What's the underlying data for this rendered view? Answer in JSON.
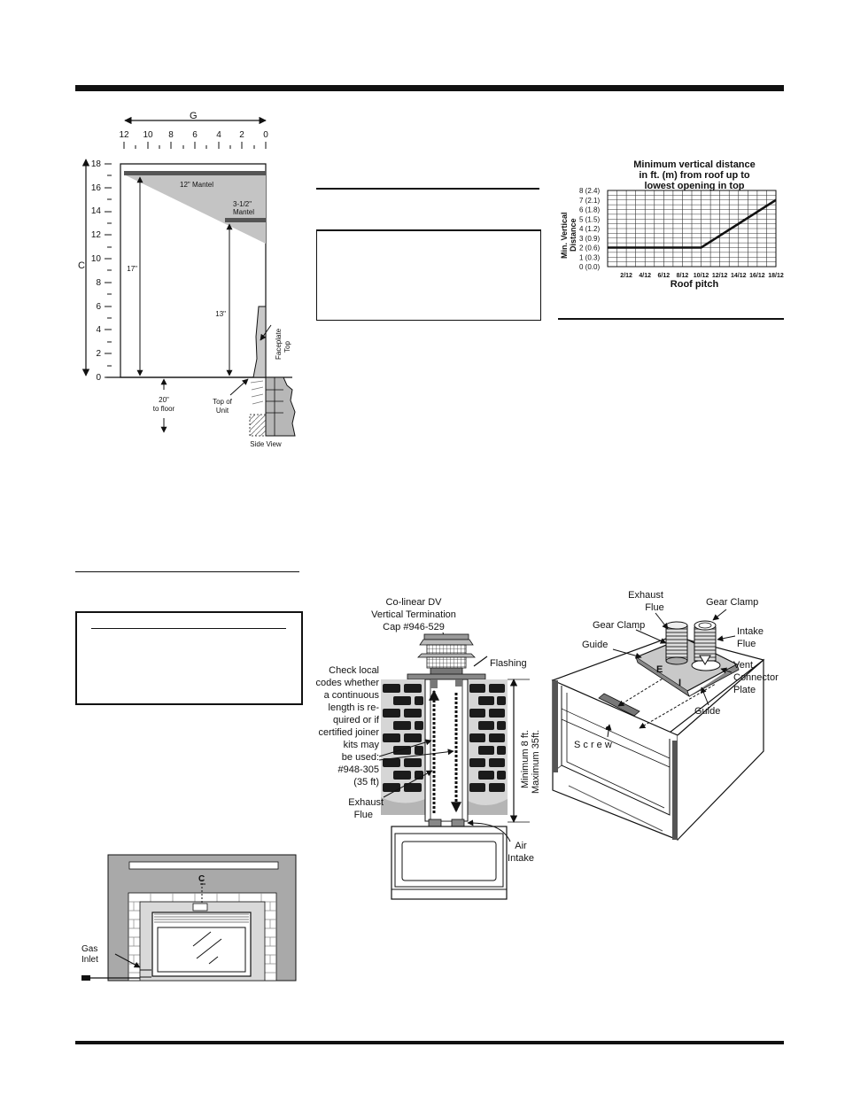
{
  "mantel_figure": {
    "g_label": "G",
    "c_label": "C",
    "top_ticks": [
      "12",
      "10",
      "8",
      "6",
      "4",
      "2",
      "0"
    ],
    "side_ticks": [
      "18",
      "16",
      "14",
      "12",
      "10",
      "8",
      "6",
      "4",
      "2",
      "0"
    ],
    "mantel_12": "12\" Mantel",
    "mantel_3_line1": "3-1/2\"",
    "mantel_3_line2": "Mantel",
    "dim_17": "17\"",
    "dim_13": "13\"",
    "floor_line1": "20\"",
    "floor_line2": "to floor",
    "top_unit_line1": "Top of",
    "top_unit_line2": "Unit",
    "faceplate_line1": "Faceplate",
    "faceplate_line2": "Top",
    "side_view": "Side View"
  },
  "roof_chart": {
    "title_lines": [
      "Minimum vertical distance",
      "in ft. (m) from roof up to",
      "lowest opening in top"
    ],
    "ylabel_lines": [
      "Min. Vertical",
      "Distance"
    ],
    "xlabel": "Roof pitch",
    "y_ticks": [
      "0 (0.0)",
      "1 (0.3)",
      "2 (0.6)",
      "3 (0.9)",
      "4 (1.2)",
      "5 (1.5)",
      "6 (1.8)",
      "7 (2.1)",
      "8 (2.4)"
    ],
    "x_ticks": [
      "2/12",
      "4/12",
      "6/12",
      "8/12",
      "10/12",
      "12/12",
      "14/12",
      "16/12",
      "18/12"
    ]
  },
  "chart_data": {
    "type": "line",
    "title": "Minimum vertical distance in ft. (m) from roof up to lowest opening in top",
    "xlabel": "Roof pitch",
    "ylabel": "Min. Vertical Distance",
    "x": [
      0,
      2,
      4,
      6,
      8,
      10,
      12,
      14,
      16,
      18
    ],
    "series": [
      {
        "values": [
          2,
          2,
          2,
          2,
          2,
          2,
          3.25,
          4.5,
          5.75,
          7
        ]
      }
    ],
    "xlim": [
      0,
      18
    ],
    "ylim": [
      0,
      8
    ],
    "grid": true
  },
  "gas_figure": {
    "gas_line1": "Gas",
    "gas_line2": "Inlet",
    "centerline": "C"
  },
  "vertical_figure": {
    "cap_lines": [
      "Co-linear DV",
      "Vertical Termination",
      "Cap #946-529"
    ],
    "flashing": "Flashing",
    "codes_lines": [
      "Check local",
      "codes whether",
      "a continuous",
      "length is re-",
      "quired or if",
      "certified joiner",
      "kits may",
      "be used:",
      "#948-305",
      "(35 ft)"
    ],
    "exhaust_lines": [
      "Exhaust",
      "Flue"
    ],
    "min_max_lines": [
      "Minimum 8 ft.",
      "Maximum 35ft."
    ],
    "air_lines": [
      "Air",
      "Intake"
    ]
  },
  "connector_figure": {
    "exhaust_lines": [
      "Exhaust",
      "Flue"
    ],
    "gear_top": "Gear Clamp",
    "gear_left": "Gear Clamp",
    "intake_lines": [
      "Intake",
      "Flue"
    ],
    "guide_left": "Guide",
    "vent_lines": [
      "Vent",
      "Connector",
      "Plate"
    ],
    "guide_right": "Guide",
    "screw": "S c r e w",
    "e_mark": "E",
    "i_mark": "I"
  }
}
